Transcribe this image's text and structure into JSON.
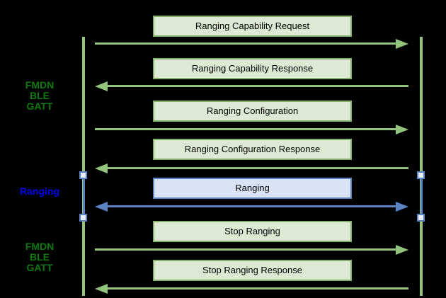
{
  "diagram": {
    "type": "sequence-diagram",
    "colors": {
      "bg": "#000000",
      "green": "#93c47d",
      "green-dark": "#0e7a0e",
      "green-box-fill": "#dcead3",
      "green-box-border": "#86ae6d",
      "blue": "#5b82c2",
      "blue-box-fill": "#dae3f5",
      "blue-text": "#0000ee",
      "square-fill": "#e9effa"
    }
  },
  "side_labels": [
    {
      "id": "fmdn-ble-gatt-top",
      "color": "green",
      "lines": [
        "FMDN",
        "BLE",
        "GATT"
      ]
    },
    {
      "id": "ranging",
      "color": "blue",
      "lines": [
        "Ranging"
      ]
    },
    {
      "id": "fmdn-ble-gatt-bottom",
      "color": "green",
      "lines": [
        "FMDN",
        "BLE",
        "GATT"
      ]
    }
  ],
  "messages": [
    {
      "label": "Ranging Capability Request",
      "direction": "right",
      "color": "green"
    },
    {
      "label": "Ranging Capability Response",
      "direction": "left",
      "color": "green"
    },
    {
      "label": "Ranging Configuration",
      "direction": "right",
      "color": "green"
    },
    {
      "label": "Ranging Configuration Response",
      "direction": "left",
      "color": "green"
    },
    {
      "label": "Ranging",
      "direction": "both",
      "color": "blue"
    },
    {
      "label": "Stop Ranging",
      "direction": "right",
      "color": "green"
    },
    {
      "label": "Stop Ranging Response",
      "direction": "left",
      "color": "green"
    }
  ]
}
